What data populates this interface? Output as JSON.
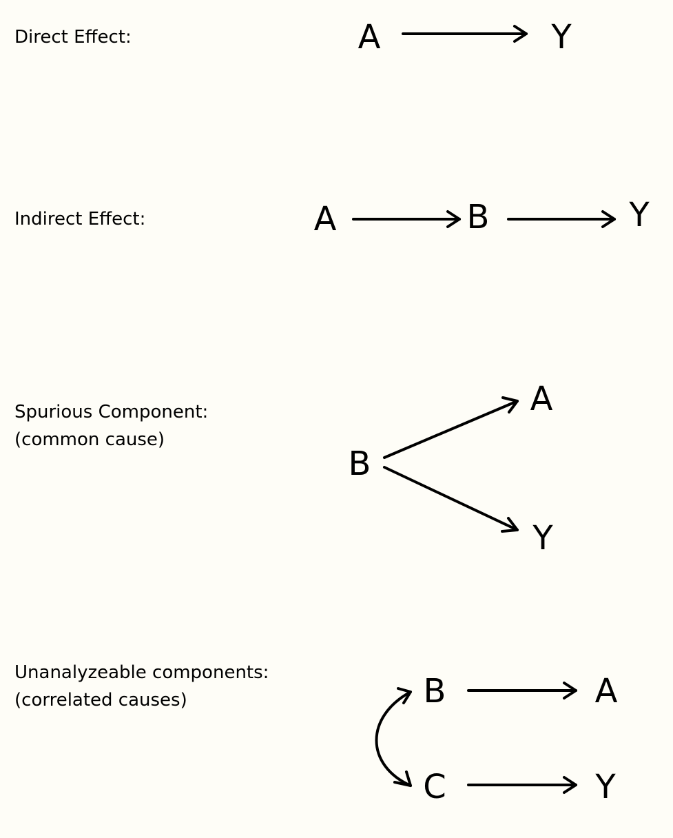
{
  "sections": {
    "direct": {
      "label": "Direct Effect:",
      "nodes": [
        "A",
        "Y"
      ]
    },
    "indirect": {
      "label": "Indirect Effect:",
      "nodes": [
        "A",
        "B",
        "Y"
      ]
    },
    "spurious": {
      "label_line1": "Spurious Component:",
      "label_line2": "(common cause)",
      "nodes": [
        "B",
        "A",
        "Y"
      ]
    },
    "unanalyzeable": {
      "label_line1": "Unanalyzeable components:",
      "label_line2": "(correlated causes)",
      "nodes": [
        "B",
        "A",
        "C",
        "Y"
      ]
    }
  }
}
